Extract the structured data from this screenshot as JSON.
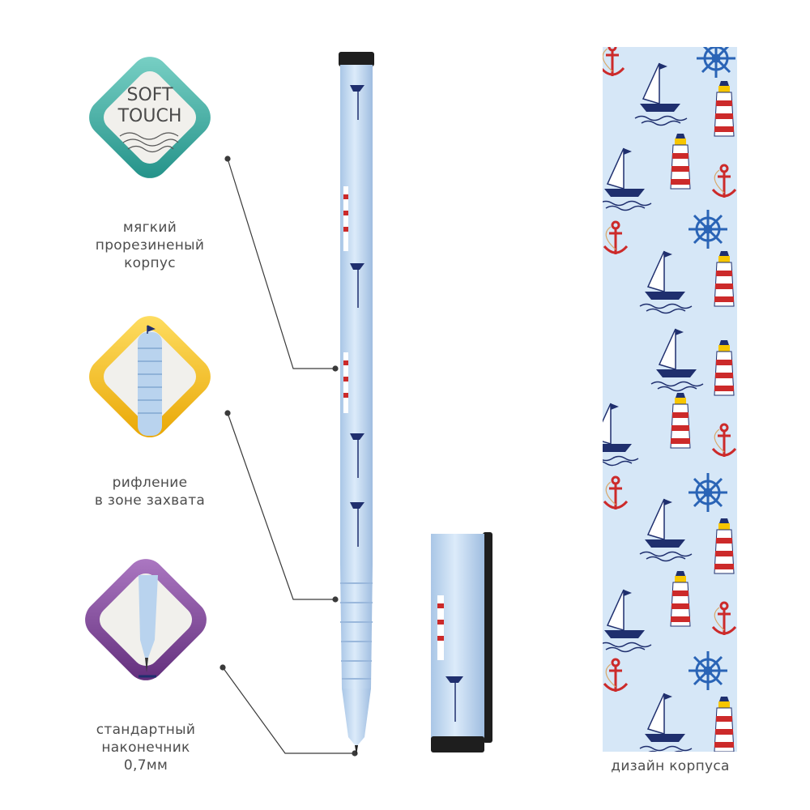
{
  "badges": {
    "soft_touch": {
      "line1": "SOFT",
      "line2": "TOUCH",
      "color": "#3fb0a2",
      "caption": [
        "мягкий",
        "прорезиненый",
        "корпус"
      ]
    },
    "grip": {
      "color": "#f5b800",
      "caption": [
        "рифление",
        "в зоне захвата"
      ]
    },
    "tip": {
      "color": "#7b3f95",
      "caption": [
        "стандартный",
        "наконечник",
        "0,7мм"
      ]
    }
  },
  "pattern": {
    "caption": "дизайн корпуса",
    "background": "#d6e7f7",
    "motifs": [
      "sailboat-icon",
      "lighthouse-icon",
      "anchor-icon",
      "ship-wheel-icon"
    ]
  },
  "colors": {
    "pen_body": "#c9ddf2",
    "navy": "#1f2f6e",
    "red": "#cc2a2a",
    "cap_black": "#1e1e1e"
  }
}
